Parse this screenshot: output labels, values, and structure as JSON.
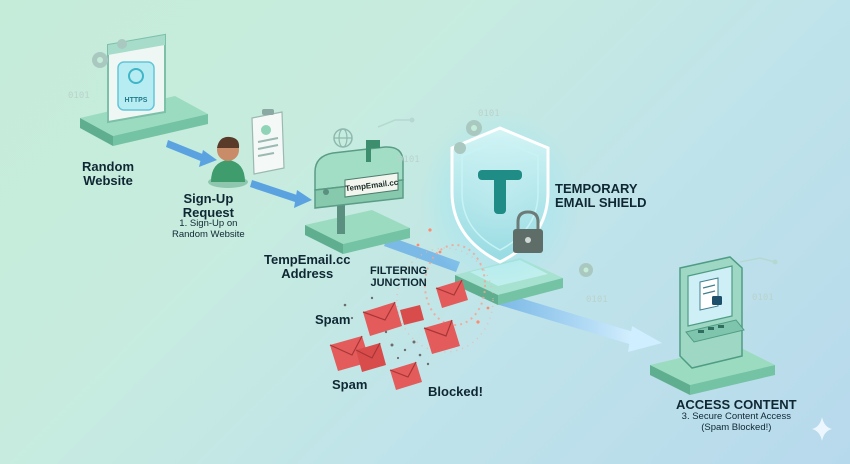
{
  "labels": {
    "random_website": {
      "line1": "Random",
      "line2": "Website"
    },
    "signup": {
      "line1": "Sign-Up",
      "line2": "Request",
      "sub1": "1. Sign-Up on",
      "sub2": "Random Website"
    },
    "address": {
      "line1": "TempEmail.cc",
      "line2": "Address"
    },
    "filtering": {
      "line1": "FILTERING",
      "line2": "JUNCTION"
    },
    "shield": {
      "line1": "TEMPORARY",
      "line2": "EMAIL SHIELD"
    },
    "spam_top": "Spam",
    "spam_bottom": "Spam",
    "blocked": "Blocked!",
    "access": {
      "line1": "ACCESS CONTENT",
      "sub1": "3. Secure Content Access",
      "sub2": "(Spam Blocked!)"
    }
  },
  "graphics": {
    "website_screen_text": "HTTPS",
    "mailbox_text": "TempEmail.cc",
    "binary_1": "0101",
    "binary_2": "0101",
    "binary_3": "0101",
    "binary_4": "0101",
    "binary_5": "0101"
  },
  "colors": {
    "platform": "#8fd4b6",
    "platform_side": "#5fae90",
    "flow_arrow": "#4f97d8",
    "spam_envelope": "#e05a5a",
    "shield_glow": "#7fd9ea",
    "text": "#0f2733"
  },
  "icons": [
    "website-icon",
    "gear-icon",
    "person-avatar-icon",
    "form-document-icon",
    "mailbox-icon",
    "globe-icon",
    "shield-icon",
    "padlock-icon",
    "spam-envelope-icon",
    "kiosk-icon",
    "sparkle-icon"
  ]
}
